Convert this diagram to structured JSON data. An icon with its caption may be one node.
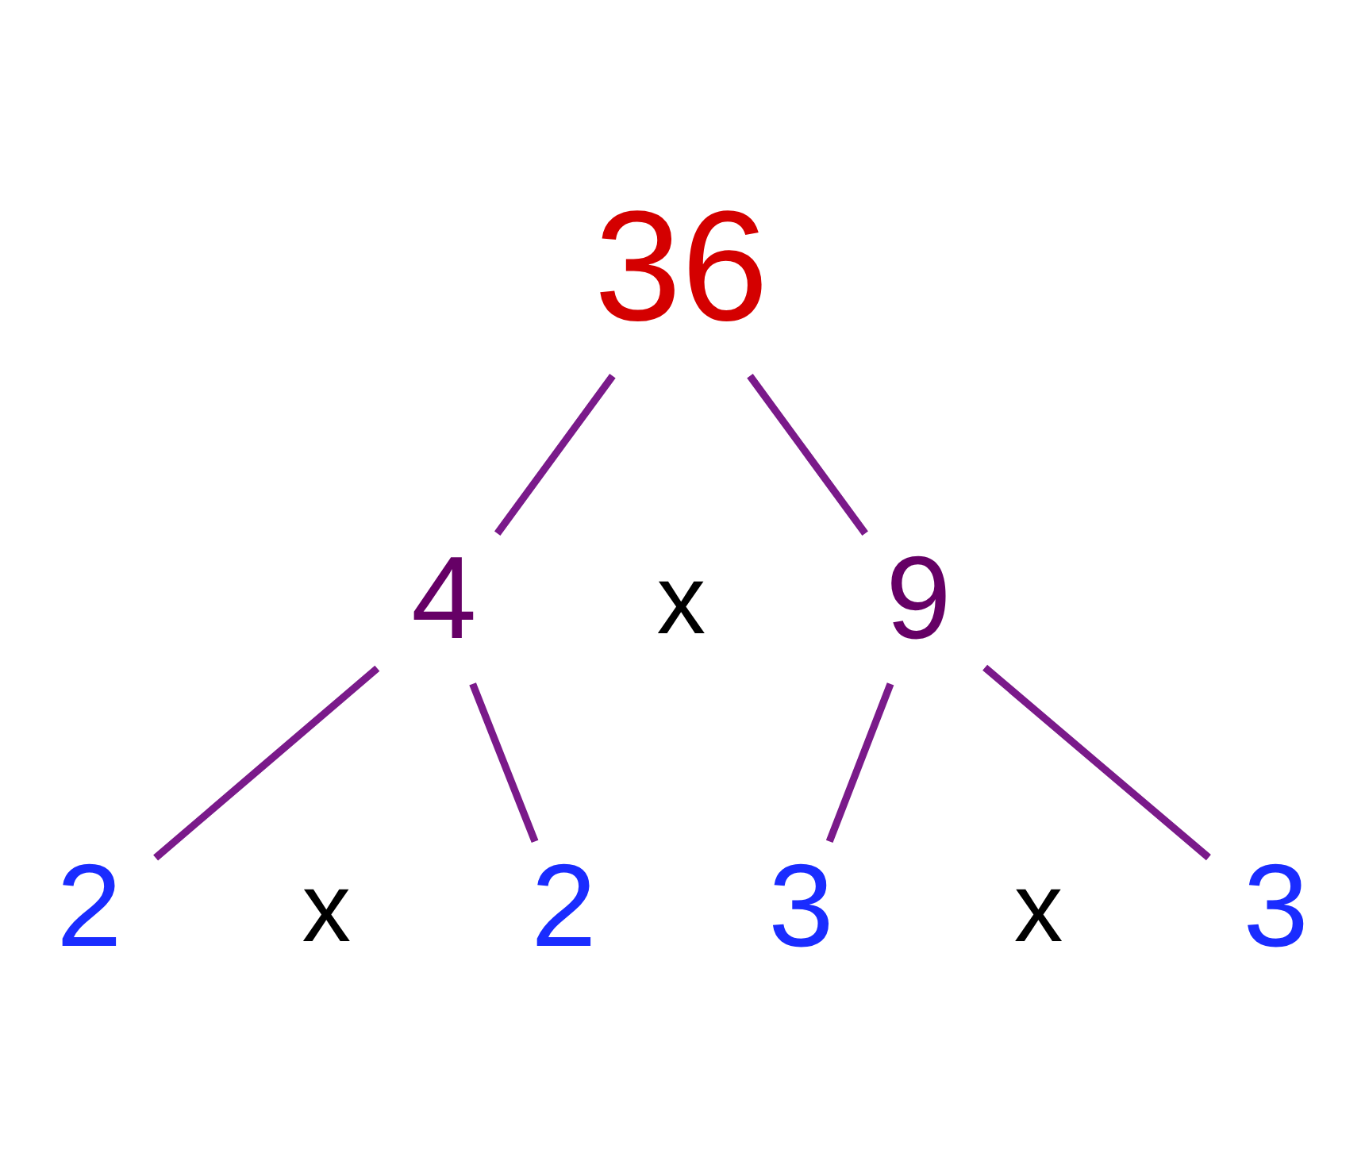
{
  "diagram": {
    "nodes": [
      {
        "text": [
          "36"
        ]
      },
      {
        "text": [
          "4"
        ]
      },
      {
        "text": [
          "9"
        ]
      },
      {
        "text": [
          "2"
        ]
      },
      {
        "text": [
          "2"
        ]
      },
      {
        "text": [
          "3"
        ]
      },
      {
        "text": [
          "3"
        ]
      }
    ],
    "edges": [
      {
        "from": 0,
        "to": 1,
        "arrow": "none"
      },
      {
        "from": 0,
        "to": 2,
        "arrow": "none"
      },
      {
        "from": 1,
        "to": 3,
        "arrow": "none"
      },
      {
        "from": 1,
        "to": 4,
        "arrow": "none"
      },
      {
        "from": 2,
        "to": 5,
        "arrow": "none"
      },
      {
        "from": 2,
        "to": 6,
        "arrow": "none"
      }
    ],
    "labels": [
      "x",
      "x",
      "x"
    ]
  }
}
